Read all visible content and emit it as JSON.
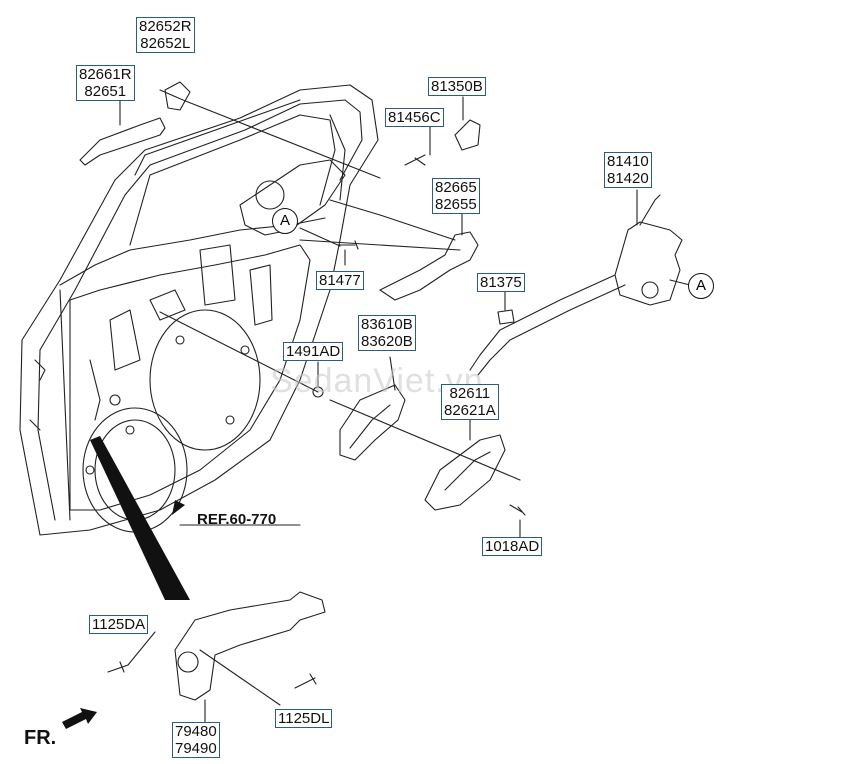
{
  "labels": {
    "p82652": [
      "82652R",
      "82652L"
    ],
    "p82661": [
      "82661R",
      "82651"
    ],
    "p81350": [
      "81350B"
    ],
    "p81456": [
      "81456C"
    ],
    "p81410": [
      "81410",
      "81420"
    ],
    "p82665": [
      "82665",
      "82655"
    ],
    "p81477": [
      "81477"
    ],
    "p81375": [
      "81375"
    ],
    "p83610": [
      "83610B",
      "83620B"
    ],
    "p1491": [
      "1491AD"
    ],
    "p82611": [
      "82611",
      "82621A"
    ],
    "p1018": [
      "1018AD"
    ],
    "p1125da": [
      "1125DA"
    ],
    "p79480": [
      "79480",
      "79490"
    ],
    "p1125dl": [
      "1125DL"
    ]
  },
  "ref_text": "REF.60-770",
  "front_text": "FR.",
  "circle_ref": "A",
  "watermark": "SedanViet.vn",
  "colors": {
    "label_border": "#2a5c8a",
    "line": "#222222",
    "watermark": "#c8c8c8"
  }
}
